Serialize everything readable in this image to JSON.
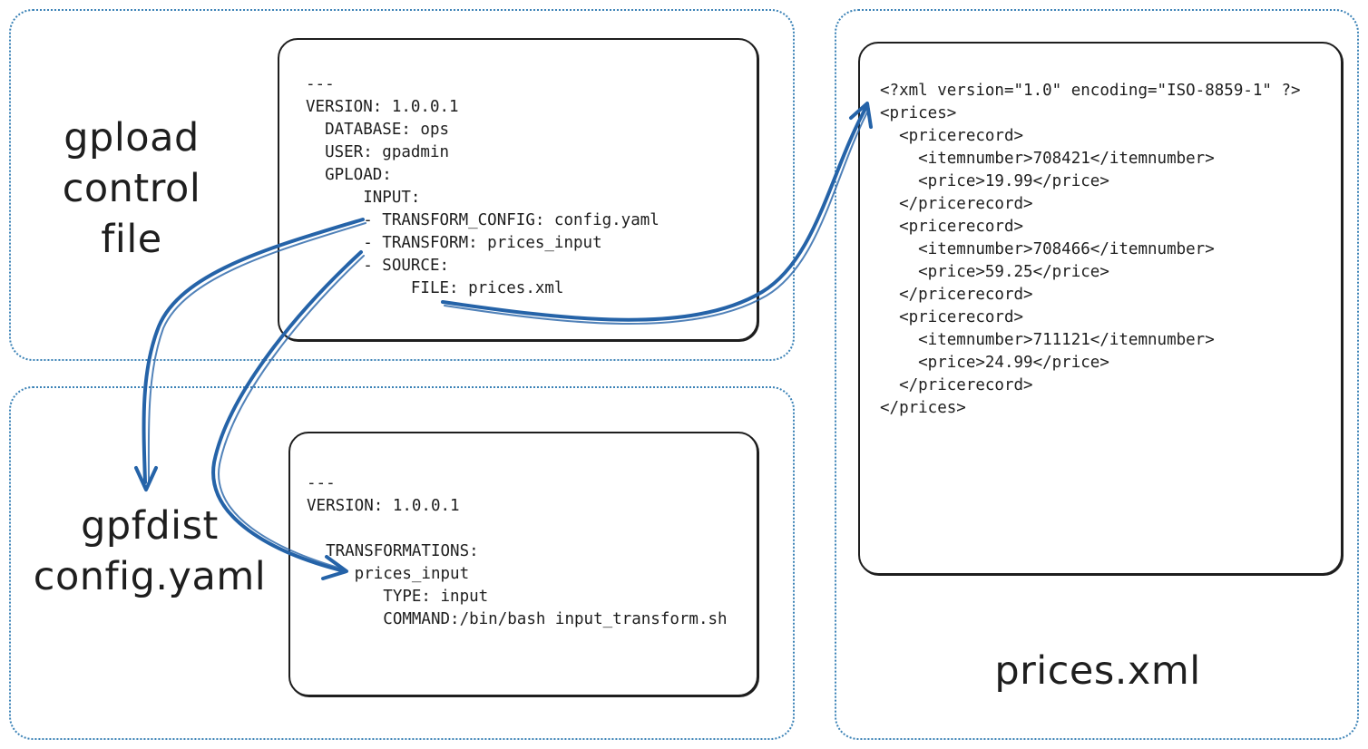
{
  "labels": {
    "gpload": [
      "gpload",
      "control",
      "file"
    ],
    "gpfdist": [
      "gpfdist",
      "config.yaml"
    ],
    "prices": "prices.xml"
  },
  "gpload_control_file": [
    "---",
    "VERSION: 1.0.0.1",
    "  DATABASE: ops",
    "  USER: gpadmin",
    "  GPLOAD:",
    "      INPUT:",
    "      - TRANSFORM_CONFIG: config.yaml",
    "      - TRANSFORM: prices_input",
    "      - SOURCE:",
    "           FILE: prices.xml"
  ],
  "gpfdist_config": [
    "---",
    "VERSION: 1.0.0.1",
    "",
    "  TRANSFORMATIONS:",
    "     prices_input",
    "        TYPE: input",
    "        COMMAND:/bin/bash input_transform.sh"
  ],
  "prices_xml": [
    "<?xml version=\"1.0\" encoding=\"ISO-8859-1\" ?>",
    "<prices>",
    "  <pricerecord>",
    "    <itemnumber>708421</itemnumber>",
    "    <price>19.99</price>",
    "  </pricerecord>",
    "  <pricerecord>",
    "    <itemnumber>708466</itemnumber>",
    "    <price>59.25</price>",
    "  </pricerecord>",
    "  <pricerecord>",
    "    <itemnumber>711121</itemnumber>",
    "    <price>24.99</price>",
    "  </pricerecord>",
    "</prices>"
  ],
  "colors": {
    "arrow": "#2563a8",
    "group_border": "#3b82b6",
    "ink": "#1e1e1e"
  }
}
